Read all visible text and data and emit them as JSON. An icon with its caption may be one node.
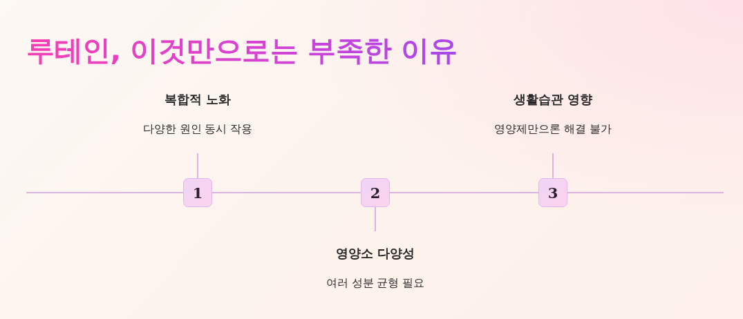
{
  "diagram": {
    "title": "루테인, 이것만으로는 부족한 이유",
    "nodes": [
      {
        "text": [
          "1"
        ]
      },
      {
        "text": [
          "복합적 노화",
          "다양한 원인 동시 작용"
        ]
      },
      {
        "text": [
          "2"
        ]
      },
      {
        "text": [
          "영양소 다양성",
          "여러 성분 균형 필요"
        ]
      },
      {
        "text": [
          "3"
        ]
      },
      {
        "text": [
          "생활습관 영향",
          "영양제만으론 해결 불가"
        ]
      }
    ],
    "edges": [
      {
        "from": null,
        "to": 0,
        "arrow": "none"
      },
      {
        "from": 0,
        "to": 2,
        "arrow": "none"
      },
      {
        "from": 2,
        "to": 4,
        "arrow": "none"
      },
      {
        "from": 4,
        "to": null,
        "arrow": "none"
      },
      {
        "from": 0,
        "to": 1,
        "arrow": "none"
      },
      {
        "from": 2,
        "to": 3,
        "arrow": "none"
      },
      {
        "from": 4,
        "to": 5,
        "arrow": "none"
      }
    ]
  }
}
